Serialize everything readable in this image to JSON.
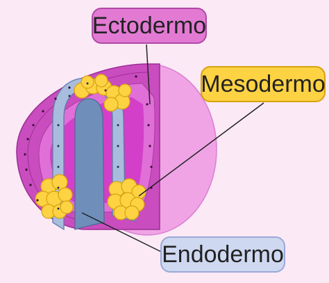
{
  "labels": {
    "ectoderm": "Ectodermo",
    "mesoderm": "Mesodermo",
    "endoderm": "Endodermo"
  },
  "colors": {
    "background": "#fbe9f6",
    "ectoderm_fill": "#e27ad4",
    "mesoderm_fill": "#fdd243",
    "endoderm_fill": "#cfd8f1",
    "outer_sphere": "#f0a4e6",
    "ectoderm_layer": "#cf5bc4",
    "blastocoel": "#e06fd8",
    "endoderm_layer": "#a8bddd",
    "archenteron": "#6f8fba"
  }
}
